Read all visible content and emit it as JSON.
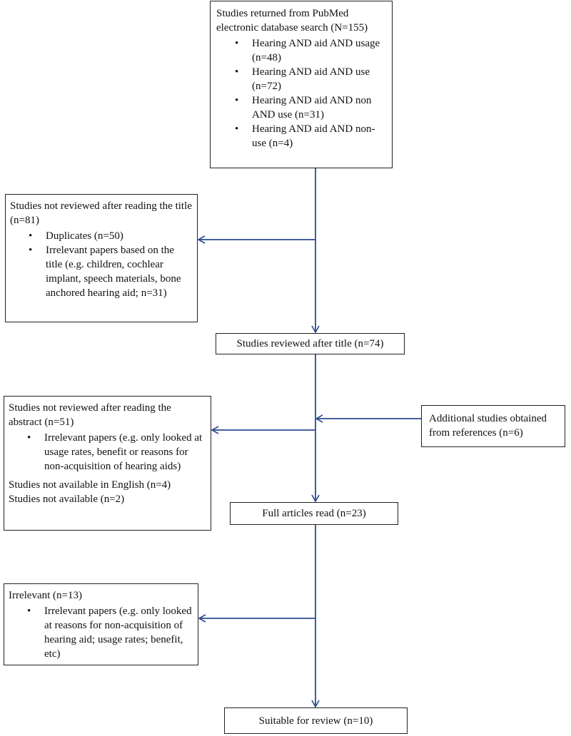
{
  "search": {
    "title": "Studies returned from PubMed electronic database search (N=155)",
    "items": [
      "Hearing AND aid AND usage (n=48)",
      "Hearing AND aid AND use (n=72)",
      "Hearing AND aid AND non AND use (n=31)",
      "Hearing AND aid AND non-use (n=4)"
    ]
  },
  "excluded_title": {
    "title": "Studies not reviewed after reading the title (n=81)",
    "items": [
      "Duplicates (n=50)",
      "Irrelevant papers based on the title (e.g. children, cochlear implant, speech materials, bone anchored hearing aid; n=31)"
    ]
  },
  "reviewed_title": "Studies reviewed after title (n=74)",
  "excluded_abstract": {
    "title": "Studies not reviewed after reading the abstract (n=51)",
    "items": [
      "Irrelevant papers (e.g. only looked at usage rates, benefit or reasons for non-acquisition of hearing aids)"
    ],
    "extra": [
      "Studies not available in English (n=4)",
      "Studies not available (n=2)"
    ]
  },
  "additional": "Additional studies obtained from references (n=6)",
  "full_articles": "Full articles read (n=23)",
  "excluded_full": {
    "title": "Irrelevant (n=13)",
    "items": [
      "Irrelevant papers (e.g. only looked at reasons for non-acquisition of hearing aid; usage rates; benefit, etc)"
    ]
  },
  "final": "Suitable for review (n=10)",
  "colors": {
    "arrow": "#2b4a8f",
    "border": "#222222"
  }
}
